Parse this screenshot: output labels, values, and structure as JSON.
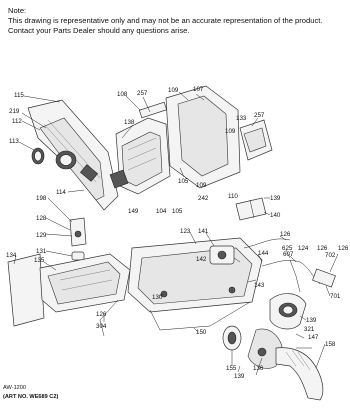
{
  "note": {
    "heading": "Note:",
    "line1": "This drawing is representative only and may not be an accurate representation of the product.",
    "line2": "Contact your Parts Dealer should any questions arise."
  },
  "callouts": [
    "115",
    "219",
    "112",
    "113",
    "114",
    "108",
    "257",
    "138",
    "109",
    "107",
    "133",
    "257",
    "109",
    "105",
    "149",
    "104",
    "105",
    "109",
    "110",
    "242",
    "139",
    "140",
    "198",
    "128",
    "129",
    "131",
    "134",
    "135",
    "123",
    "141",
    "142",
    "144",
    "126",
    "625",
    "124",
    "607",
    "126",
    "702",
    "126",
    "701",
    "143",
    "130",
    "139",
    "321",
    "147",
    "158",
    "126",
    "304",
    "150",
    "155",
    "136",
    "139"
  ],
  "footer": {
    "code": "AW-1200",
    "art_no": "(ART NO. WE689 C2)"
  }
}
